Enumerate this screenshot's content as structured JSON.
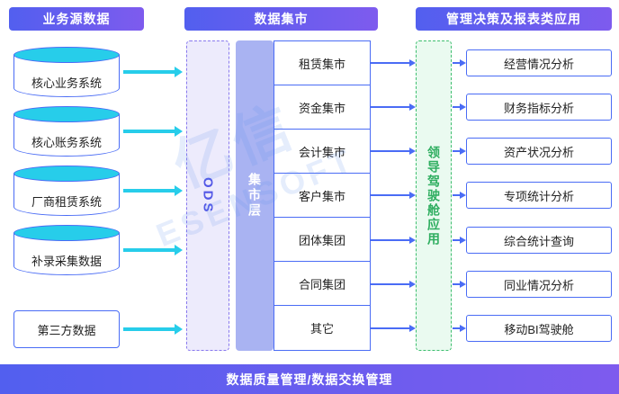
{
  "headers": {
    "source": "业务源数据",
    "mart": "数据集市",
    "apps": "管理决策及报表类应用"
  },
  "footer": {
    "label": "数据质量管理/数据交换管理"
  },
  "sources": [
    {
      "label": "核心业务系统"
    },
    {
      "label": "核心账务系统"
    },
    {
      "label": "厂商租赁系统"
    },
    {
      "label": "补录采集数据"
    },
    {
      "label": "第三方数据"
    }
  ],
  "ods": {
    "label": "ODS"
  },
  "mart_layer": {
    "label": "集市层"
  },
  "marts": [
    {
      "label": "租赁集市"
    },
    {
      "label": "资金集市"
    },
    {
      "label": "会计集市"
    },
    {
      "label": "客户集市"
    },
    {
      "label": "团体集团"
    },
    {
      "label": "合同集团"
    },
    {
      "label": "其它"
    }
  ],
  "cockpit": {
    "label": "领导驾驶舱应用"
  },
  "apps": [
    {
      "label": "经营情况分析"
    },
    {
      "label": "财务指标分析"
    },
    {
      "label": "资产状况分析"
    },
    {
      "label": "专项统计分析"
    },
    {
      "label": "综合统计查询"
    },
    {
      "label": "同业情况分析"
    },
    {
      "label": "移动BI驾驶舱"
    }
  ],
  "watermark": {
    "cn": "亿信",
    "en": "ESENSOFT"
  },
  "colors": {
    "accent_blue": "#4a6cf5",
    "cyan": "#27cdea",
    "green": "#3dbe6e",
    "header_gradient_start": "#525fef",
    "header_gradient_end": "#7e5bee"
  }
}
